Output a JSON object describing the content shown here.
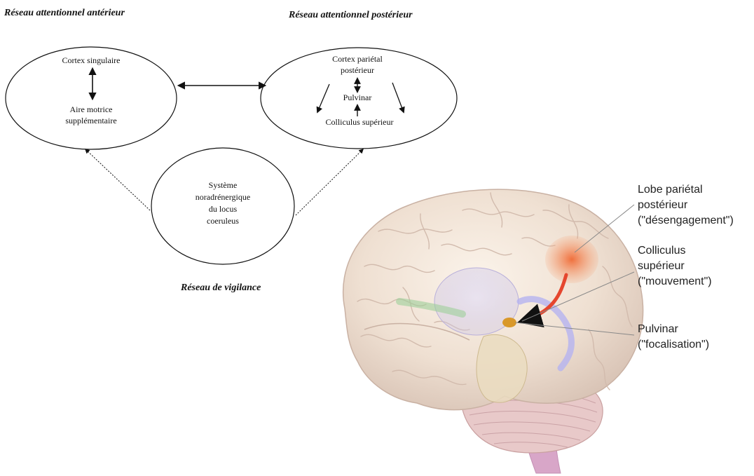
{
  "diagram": {
    "titles": {
      "anterior": "Réseau attentionnel antérieur",
      "posterior": "Réseau attentionnel postérieur",
      "vigilance": "Réseau de vigilance"
    },
    "anterior_nodes": {
      "cortex_cingulaire": "Cortex singulaire",
      "aire_motrice_line1": "Aire motrice",
      "aire_motrice_line2": "supplémentaire"
    },
    "posterior_nodes": {
      "cortex_parietal_line1": "Cortex pariétal",
      "cortex_parietal_line2": "postérieur",
      "pulvinar": "Pulvinar",
      "colliculus": "Colliculus supérieur"
    },
    "vigilance_nodes": {
      "line1": "Système",
      "line2": "noradrénergique",
      "line3": "du locus",
      "line4": "coeruleus"
    }
  },
  "brain_labels": {
    "lobe_line1": "Lobe pariétal",
    "lobe_line2": "postérieur",
    "lobe_line3": "(\"désengagement\")",
    "colliculus_line1": "Colliculus",
    "colliculus_line2": "supérieur",
    "colliculus_line3": "(\"mouvement\")",
    "pulvinar_line1": "Pulvinar",
    "pulvinar_line2": "(\"focalisation\")"
  },
  "colors": {
    "ink": "#111111",
    "brain_base": "#efe3d6",
    "parietal_highlight": "#f07a45",
    "pulvinar_highlight": "#d99a2a",
    "pathway_blue": "#b9b7ee",
    "pathway_red": "#e5462e"
  }
}
